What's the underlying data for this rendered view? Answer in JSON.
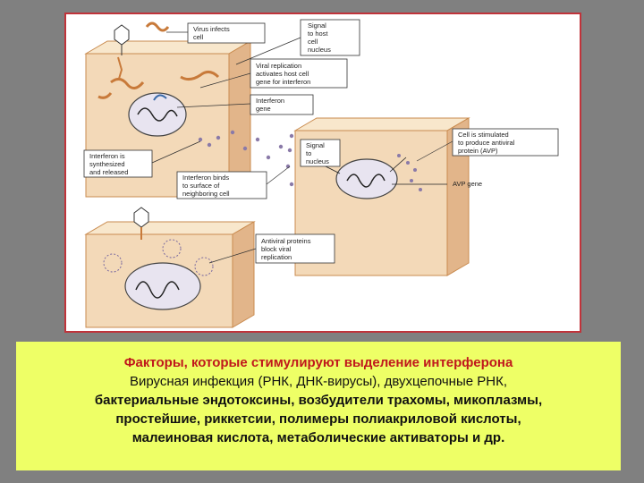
{
  "diagram": {
    "labels": {
      "virus_infects_cell": [
        "Virus infects",
        "cell"
      ],
      "signal_to_host_nucleus": [
        "Signal",
        "to host",
        "cell",
        "nucleus"
      ],
      "viral_replication": [
        "Viral replication",
        "activates host cell",
        "gene for interferon"
      ],
      "interferon_gene": [
        "Interferon",
        "gene"
      ],
      "interferon_synthesized": [
        "Interferon is",
        "synthesized",
        "and released"
      ],
      "interferon_binds": [
        "Interferon binds",
        "to surface of",
        "neighboring cell"
      ],
      "signal_to_nucleus": [
        "Signal",
        "to",
        "nucleus"
      ],
      "cell_stimulated": [
        "Cell is stimulated",
        "to produce antiviral",
        "protein (AVP)"
      ],
      "avp_gene": [
        "AVP gene"
      ],
      "antiviral_proteins": [
        "Antiviral proteins",
        "block viral",
        "replication"
      ]
    },
    "colors": {
      "cell_fill": "#f3d9b8",
      "cell_top": "#f8e7cc",
      "cell_side": "#e2b58a",
      "virus": "#c87a3a",
      "interferon_dots": "#8a7aa8",
      "frame": "#c0333a"
    }
  },
  "caption": {
    "title": "Факторы, которые  стимулируют  выделение интерферона",
    "line1": "Вирусная инфекция (РНК, ДНК-вирусы), двухцепочные РНК,",
    "line2": "бактериальные эндотоксины, возбудители трахомы, микоплазмы,",
    "line3": "простейшие, риккетсии, полимеры  полиакриловой кислоты,",
    "line4": "малеиновая кислота,  метаболические  активаторы и др.",
    "background": "#eeff66",
    "title_color": "#c0181c"
  }
}
